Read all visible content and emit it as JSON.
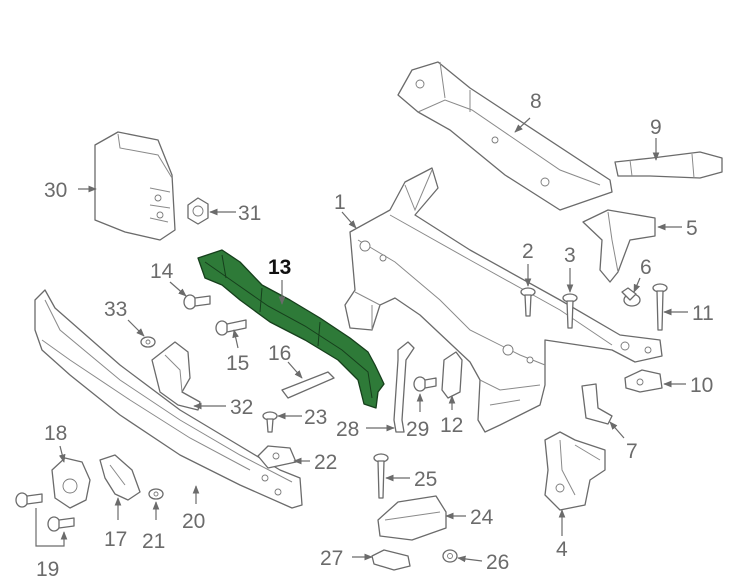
{
  "callouts": {
    "c1": "1",
    "c2": "2",
    "c3": "3",
    "c4": "4",
    "c5": "5",
    "c6": "6",
    "c7": "7",
    "c8": "8",
    "c9": "9",
    "c10": "10",
    "c11": "11",
    "c12": "12",
    "c13": "13",
    "c14": "14",
    "c15": "15",
    "c16": "16",
    "c17": "17",
    "c18": "18",
    "c19": "19",
    "c20": "20",
    "c21": "21",
    "c22": "22",
    "c23": "23",
    "c24": "24",
    "c25": "25",
    "c26": "26",
    "c27": "27",
    "c28": "28",
    "c29": "29",
    "c30": "30",
    "c31": "31",
    "c32": "32",
    "c33": "33"
  },
  "highlight_part": "13",
  "colors": {
    "line": "#6b6b6b",
    "highlight_fill": "#2e7a38",
    "highlight_stroke": "#163f1c",
    "background": "#ffffff"
  }
}
